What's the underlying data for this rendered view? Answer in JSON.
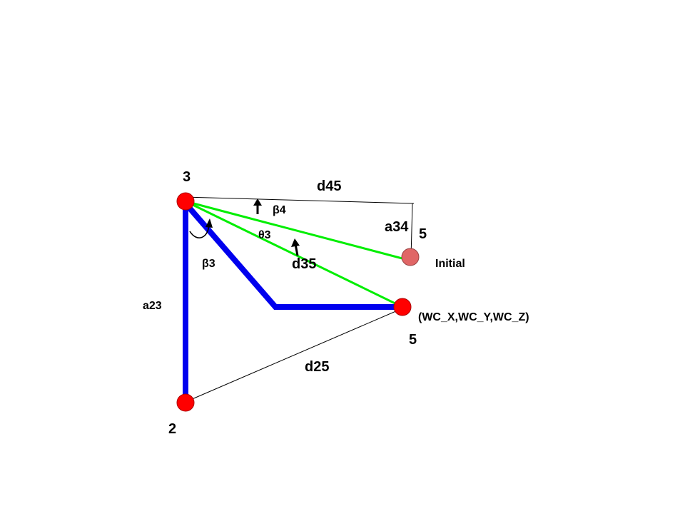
{
  "labels": {
    "node_3": "3",
    "node_2": "2",
    "node_5_initial": "5",
    "node_5_target": "5",
    "d45": "d45",
    "beta4": "β4",
    "a34": "a34",
    "theta3": "θ3",
    "d35": "d35",
    "beta3": "β3",
    "initial": "Initial",
    "a23": "a23",
    "wc": "(WC_X,WC_Y,WC_Z)",
    "d25": "d25"
  },
  "colors": {
    "link": "#0000ee",
    "reach_line": "#00ee00",
    "joint": "#ff0000",
    "initial_joint": "#e06666",
    "thin_line": "#000000"
  }
}
